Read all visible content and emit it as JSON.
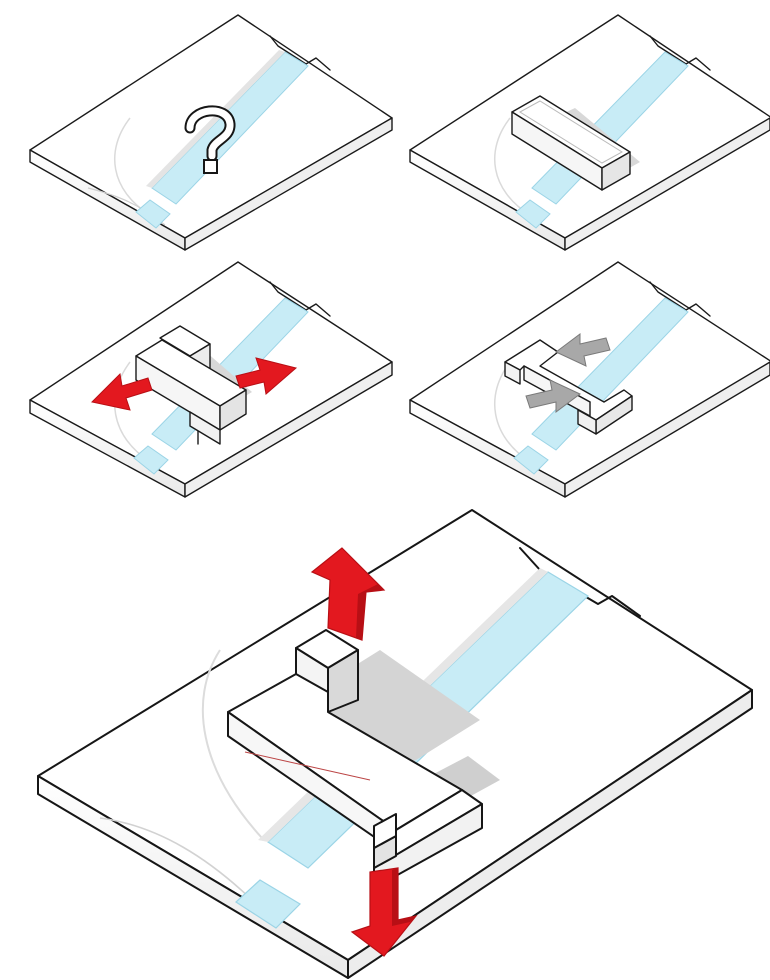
{
  "figure": {
    "panels": [
      {
        "name": "panel-1-site",
        "step": 1,
        "symbol": "?"
      },
      {
        "name": "panel-2-bar-volume",
        "step": 2
      },
      {
        "name": "panel-3-compress-sides",
        "step": 3
      },
      {
        "name": "panel-4-shift-into-s",
        "step": 4
      },
      {
        "name": "panel-5-final-massing",
        "step": 5
      }
    ],
    "colors": {
      "canal": "#c8ecf6",
      "ground": "#ffffff",
      "shadow": "#d6d6d6",
      "arrow_red": "#e3181f",
      "arrow_grey": "#a8a8a8",
      "outline": "#161616"
    }
  }
}
